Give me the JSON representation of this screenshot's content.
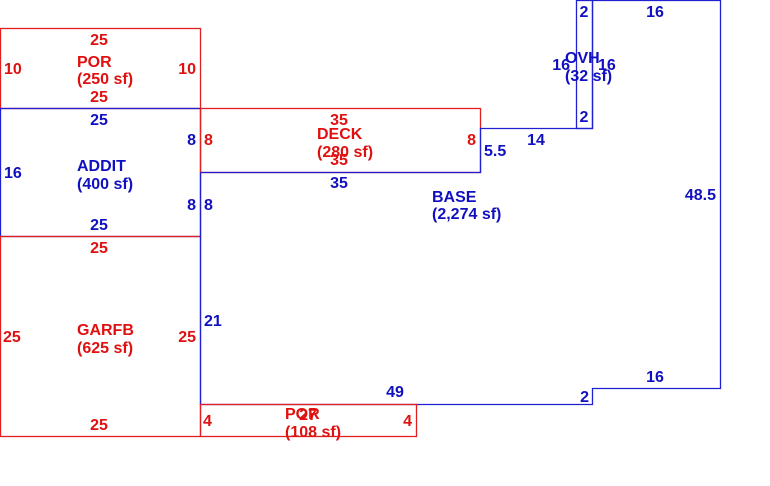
{
  "colors": {
    "red": "#e01010",
    "blue": "#1010c0"
  },
  "areas": {
    "por_top": {
      "name": "POR",
      "area": "(250 sf)",
      "dims": {
        "top": "25",
        "bottom": "25",
        "left": "10",
        "right": "10"
      }
    },
    "addit": {
      "name": "ADDIT",
      "area": "(400 sf)",
      "dims": {
        "top": "25",
        "bottom": "25",
        "left": "16",
        "right_top": "8",
        "right_bottom": "8"
      }
    },
    "garfb": {
      "name": "GARFB",
      "area": "(625 sf)",
      "dims": {
        "top": "25",
        "bottom": "25",
        "left": "25",
        "right": "25"
      }
    },
    "deck": {
      "name": "DECK",
      "area": "(280 sf)",
      "dims": {
        "top": "35",
        "bottom": "35",
        "left": "8",
        "right": "8"
      }
    },
    "base": {
      "name": "BASE",
      "area": "(2,274 sf)",
      "dims": {
        "top": "35",
        "left_upper": "8",
        "left_lower": "21",
        "bottom": "49",
        "notch": "2",
        "bottom_right": "16",
        "right": "48.5",
        "top_right": "16",
        "step_vertical": "5.5",
        "step_horizontal": "14"
      }
    },
    "ovh": {
      "name": "OVH",
      "area": "(32 sf)",
      "dims": {
        "top": "2",
        "bottom": "2",
        "left": "16",
        "right": "16"
      }
    },
    "por_bottom": {
      "name": "POR",
      "area": "(108 sf)",
      "dims": {
        "top": "27",
        "left": "4",
        "right": "4"
      }
    }
  }
}
